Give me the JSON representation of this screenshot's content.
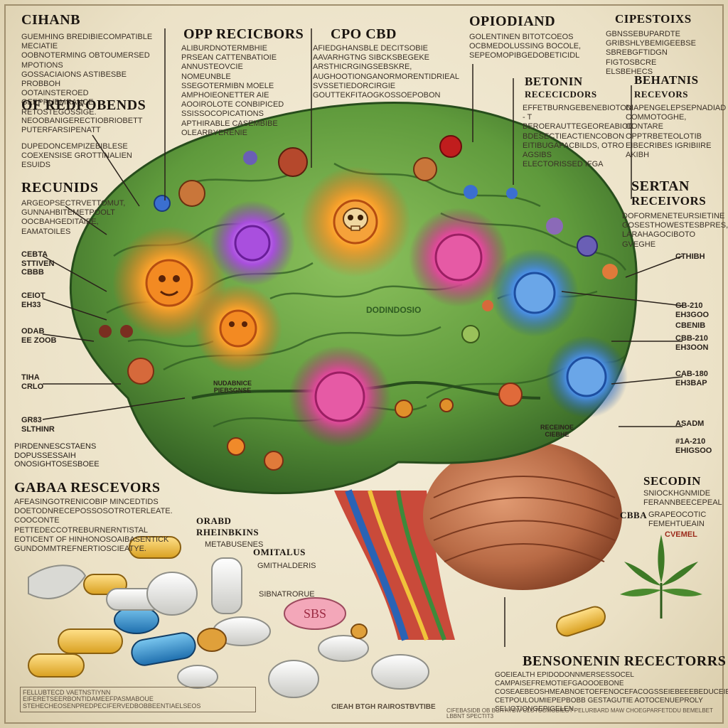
{
  "headings": {
    "chianb": "CIHANB",
    "opp_receptors": "OPP RECICBORS",
    "cbd": "CPO CBD",
    "opiodiand": "OPIODIAND",
    "cipestoixs": "CIPESTOIXS",
    "of_redfobends": "OF REDFOBENDS",
    "betonin": "BETONIN",
    "behatnis": "BEHATNIS",
    "recunids": "RECUNIDS",
    "sertan": "SERTAN",
    "gabaa": "GABAA RESCEVORS",
    "secodin": "SECODIN",
    "bensonenin": "BENSONENIN RECECTORRS"
  },
  "subheadings": {
    "betonin_receptors": "RECECICDORS",
    "behatnis_receptors": "RECEVORS",
    "sertan_receptors": "RECEIVORS",
    "orabd": "ORABD",
    "rheinbkins": "RHEINBKINS",
    "omitalus": "OMITALUS",
    "cbba": "CBBA",
    "cvemel": "CVEMEL",
    "rhibg": "CTHIBH"
  },
  "paragraphs": {
    "chianb": "GUEMHING BREDIBIECOMPATIBLE MECIATIE\nOOBNOTERMING OBTOUMERSED MPOTIONS\nGOSSACIAIONS ASTIBESBE PROBBOH\nOOTAINSTEROED GEEPRUBMRANCE,\nRETOSTEGOSSIGE.",
    "opp": "ALIBURDNOTERMBHIE\nPRSEAN CATTENBATIOIE\nANNUSTEOVCIE NOMEUNBLE\nSSEGOTERMIBN MOELE\nAMPHOIEONETTER AIE\nAOOIROLOTE CONBIPICED\nSSISSOCOPICATIONS\nAPTHIRABLE CASEMBIBE\nOLEARBYERENIE",
    "cbd": "AFIEDGHANSBLE DECITSOBIE\nAAVARHGTNG SIBCKSBEGEKE\nARSTHICRGINGSEBSKRE,\nAUGHOOTIONGANORMORENTIDRIEAL\nSVSSETIEDORCIRGIE\nGOUTTEKFITAOGKOSSOEPOBON",
    "opiodiand": "GOLENTINEN BITOTCOEOS\nOCBMEDOLUSSING BOCOLE,\nSEPEOMOPIBGEDOBETICIDL",
    "cipestoixs": "GBNSSEBUPARDTE\nGRIBSHLYBEMIGEEBSE\nSBREBGFTIDGN FIGTOSBCRE\nELSBEHECS",
    "redfobends": "NEOOBANIGERECTIOBRIOBETT\nPUTERFARSIPENATT",
    "redfobends2": "DUPEDONCEMPIZEBIBLESE\nCOEXENSISE GROTTINALIEN\nESUIDS",
    "betonin": "EFFETBURNGEBENEBIOTON - T\nBEROERAUTTEGEOREABIOE\nBDESECTIEACTIENCOBON\nEITIBUGAPACBILDS, OTRO AGSIBS\nELECTORISSED IFGA",
    "behatnis": "DIAPENGELEPSEPNADIAD\nCOMMOTOGHE, CONTARE\nOPPTRBETEOLOTIB\nEIBECRIBES IGRIBIIRE\nAKIBH",
    "recunids": "ARGEOPSECTRVETTOMUT,\nGUNNAHBITEMETPOOLT\nOOCBAHGEDITAIEE,\nEAMATOILES",
    "sertan": "DOFORMENETEURSIETINE\nGOSESTHOWESTESBPRES,\nLARAHAGOCIBOTO GVEGHE",
    "gabaa": "AFEASINGOTRENICOBIP MINCEDTIDS\nDOETODNRECEPOSSOSOTROTERLEATE.\nCOOCONTE PETTEDECCOTREBURNERNTISTAL\nEOTICENT OF HINHONOSOAIBASENTICK\nGUNDOMMTREFNERTIOSCIEATYE.",
    "bensonenin": "GOEIEALTH EPIDODONNMERSESSOCEL CAMPAISEFREMOTIEFGAOOOEBONE\nCOSEAEBEOSHMEABNOETOEFENOCEFACOGSSEIEBEEEBEDUCEIEEOHEMEO\nCETPOULOUMIEPEPBOBB GESTAGUTIE AOTOCENUEPROLY SELIOTIONGEPIGELEN."
  },
  "labels": {
    "ceba": "CEBTA\nSTTIVEN\nCBBB",
    "ceiot": "CEIOT\nEH33",
    "odab": "ODAB\nEE ZOOB",
    "tiha": "TIHA\nCRLO",
    "gr83": "GR83\nSLTHINR",
    "piden": "PIRDENNESCSTAENS\nDOPUSSESSAIH\nONOSIGHTOSESBOEE",
    "gbr": "GB-210\nEH3GOO",
    "cbenib": "CBENIB",
    "cbab": "CBB-210\nEH3OON",
    "cab": "CAB-180\nEH3BAP",
    "asadm": "ASADM",
    "fia": "#1A-210\nEHIGSOO",
    "secodin_body": "SNIOCKHGNMIDE\nFERANNBEECEPEAL",
    "cbba_body": "GRAPEOCOTIC\nFEMEHTUEAIN",
    "orabd_body": "METABUSENES",
    "omitalus_body": "GMITHALDERIS",
    "cbbs_body": "SIBNATRORUE",
    "pill_sbs": "SBS",
    "brain_text": "DODINDOSIO",
    "neuron_label": "RECEINOE\nCIEBHE",
    "nbsdb": "NUDABNICE\nPIEBSGNSE"
  },
  "footer": {
    "left_box": "FELLUBTECD VAETNSTIYNN\nEIFERETSEERBONTIDAMEEFPASMABOUE\nSTEHECHEOSENPREDPECIFERVEDBOBBEENTIAELSEOS",
    "center": "CIEAH BTGH RAIROSTBVTIBE",
    "right": "CIFEBASIDB OB BCH AYBW CLOTUOMOBIEGT PELURBARD MAW CHOEGPARFETDDU BEMELBET LBBNT SPECTIT3"
  },
  "colors": {
    "brain": "#5f9a3c",
    "brain_dark": "#2f5c22",
    "cerebellum": "#b86a45",
    "brainstem": "#c94a3a",
    "leaf": "#3e7a26",
    "orange_receptor": "#f07a1c",
    "purple_receptor": "#9c3fd0",
    "pink_receptor": "#e04a9a",
    "blue_receptor": "#3b7fd8"
  },
  "icons": {
    "cannabis": "cannabis-leaf-icon",
    "pill": "pill-icon",
    "capsule": "capsule-icon",
    "skull": "skull-icon",
    "neuron": "neuron-icon"
  }
}
